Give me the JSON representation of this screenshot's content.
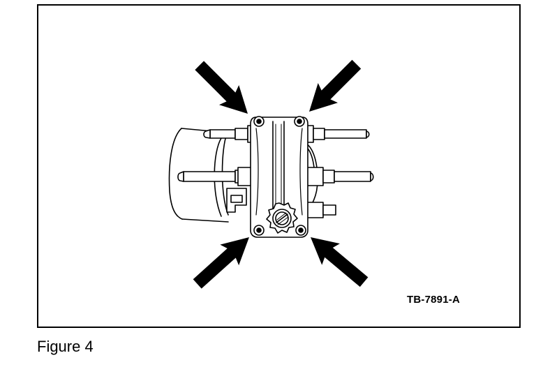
{
  "figure": {
    "caption": "Figure 4",
    "reference_code": "TB-7891-A"
  },
  "diagram": {
    "arrow_count": 4,
    "arrow_color": "#000000",
    "line_color": "#000000",
    "background_color": "#ffffff"
  }
}
